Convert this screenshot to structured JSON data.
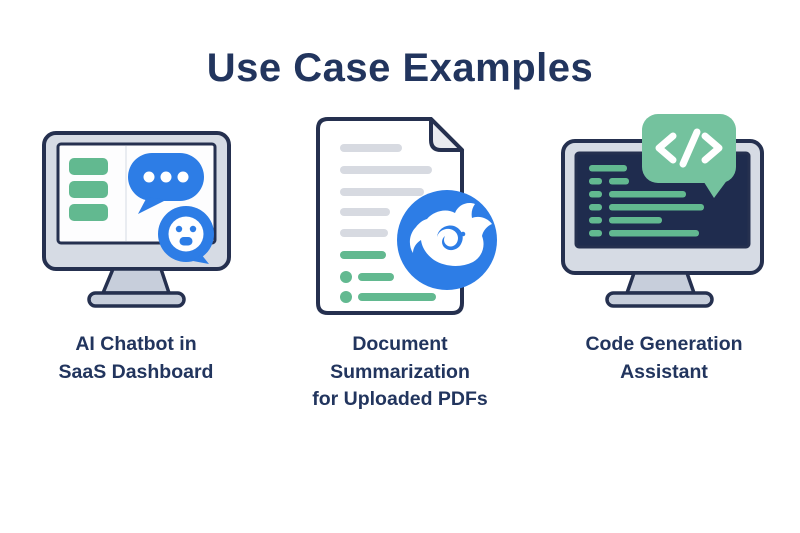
{
  "title": "Use Case Examples",
  "colors": {
    "navy": "#25304f",
    "title": "#22355e",
    "blue": "#2d7de6",
    "green": "#62b990",
    "bubble-green": "#74c29e",
    "frame": "#d6dbe4",
    "stand": "#c7cedb",
    "line-gray": "#d7dae1",
    "fold": "#e9ebf0",
    "screen-dark": "#1f2c4e",
    "screen-white": "#fdfdfe",
    "bg": "#ffffff"
  },
  "cards": [
    {
      "icon": "monitor-chatbot-icon",
      "label": "AI Chatbot in\nSaaS Dashboard"
    },
    {
      "icon": "document-whale-icon",
      "label": "Document\nSummarization\nfor Uploaded PDFs"
    },
    {
      "icon": "code-monitor-icon",
      "label": "Code Generation\nAssistant"
    }
  ]
}
